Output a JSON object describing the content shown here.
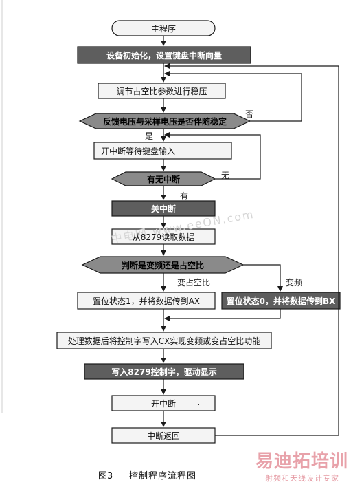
{
  "nodes": {
    "start": "主程序",
    "init": "设备初始化，设置键盘中断向量",
    "adjust": "调节占空比参数进行稳压",
    "check_stable": "反馈电压与采样电压是否伴随稳定",
    "enable_int": "开中断等待键盘输入",
    "has_int": "有无中断",
    "disable_int": "关中断",
    "read_8279": "从8279读取数据",
    "judge": "判断是变频还是占空比",
    "set_ax": "置位状态1，并将数据传到AX",
    "set_bx": "置位状态0，并将数据传到BX",
    "process": "处理数据后将控制字写入CX实现变频或变占空比功能",
    "write_8279": "写入8279控制字，驱动显示",
    "open_int": "开中断",
    "int_return": "中断返回"
  },
  "edge_labels": {
    "no": "否",
    "yes": "是",
    "none": "无",
    "has": "有",
    "duty": "变占空比",
    "freq": "变频"
  },
  "open_int_mark": ".",
  "caption": {
    "figure_no": "图3",
    "title": "控制程序流程图"
  },
  "watermarks": {
    "faint": "中电网 www.eeON.com",
    "logo": "易迪拓培训",
    "logo_sub": "射频和天线设计专家"
  },
  "colors": {
    "dark_fill": "#5e5e5e",
    "light_fill": "#f4f4f4",
    "line": "#1a1a1a"
  }
}
